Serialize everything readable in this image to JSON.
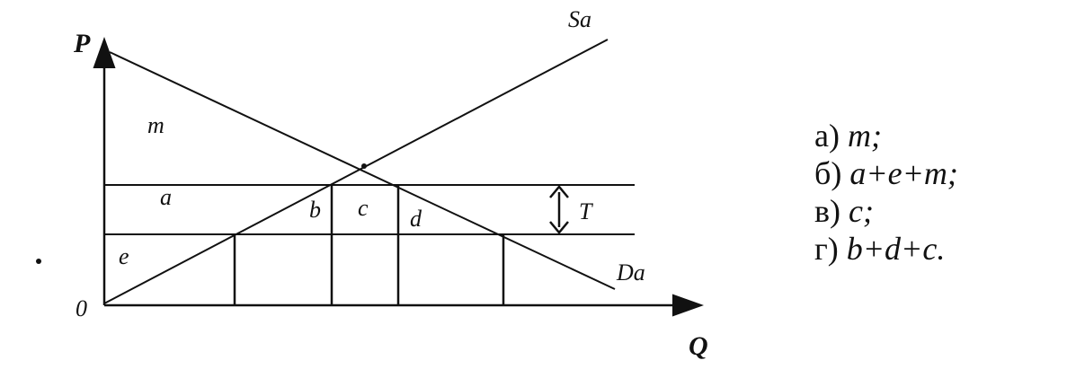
{
  "diagram": {
    "axis_labels": {
      "price": "P",
      "quantity": "Q",
      "origin": "0"
    },
    "curve_labels": {
      "supply": "Sa",
      "demand": "Da"
    },
    "area_labels": {
      "m": "m",
      "a": "a",
      "b": "b",
      "c": "c",
      "d": "d",
      "e": "e"
    },
    "tariff_label": "T"
  },
  "options": [
    {
      "marker": "а)",
      "expr": "m;"
    },
    {
      "marker": "б)",
      "expr": "a+e+m;"
    },
    {
      "marker": "в)",
      "expr": "c;"
    },
    {
      "marker": "г)",
      "expr": "b+d+c."
    }
  ]
}
